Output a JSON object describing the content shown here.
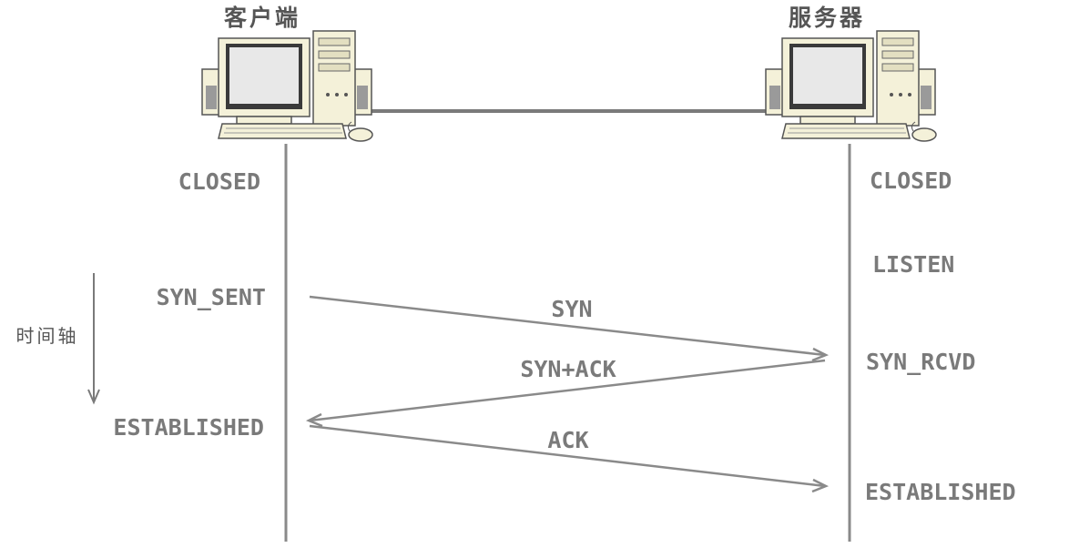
{
  "client": {
    "label": "客户端"
  },
  "server": {
    "label": "服务器"
  },
  "time_axis": {
    "label": "时间轴"
  },
  "client_states": [
    "CLOSED",
    "SYN_SENT",
    "ESTABLISHED"
  ],
  "server_states": [
    "CLOSED",
    "LISTEN",
    "SYN_RCVD",
    "ESTABLISHED"
  ],
  "messages": [
    {
      "label": "SYN",
      "direction": "client-to-server"
    },
    {
      "label": "SYN+ACK",
      "direction": "server-to-client"
    },
    {
      "label": "ACK",
      "direction": "client-to-server"
    }
  ],
  "colors": {
    "line": "#8a8a8a",
    "text": "#7a7a7a",
    "computer_body": "#f4f1d9",
    "screen": "#e8e8e8",
    "screen_bezel": "#3a3a3a"
  }
}
